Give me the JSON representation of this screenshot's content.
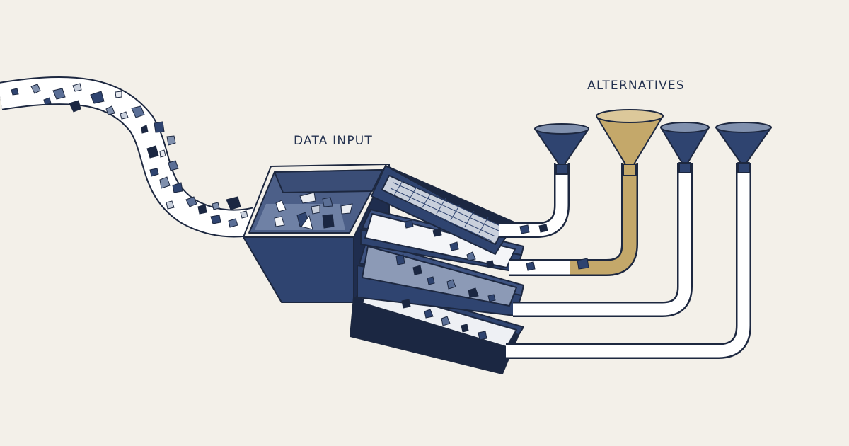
{
  "labels": {
    "input": "DATA INPUT",
    "outputs": "ALTERNATIVES"
  },
  "colors": {
    "background": "#f3f0e9",
    "navy": "#2f4470",
    "navy_dark": "#1b2742",
    "navy_light": "#5b6f96",
    "tan": "#c4a86a",
    "pipe_fill": "#ffffff",
    "stroke": "#1d2840"
  },
  "icons": {
    "funnels": [
      "funnel-icon",
      "funnel-icon-highlighted",
      "funnel-icon",
      "funnel-icon"
    ],
    "hopper": "hopper-icon",
    "sieves": "sieve-tray-icon"
  },
  "highlighted_funnel": 2
}
